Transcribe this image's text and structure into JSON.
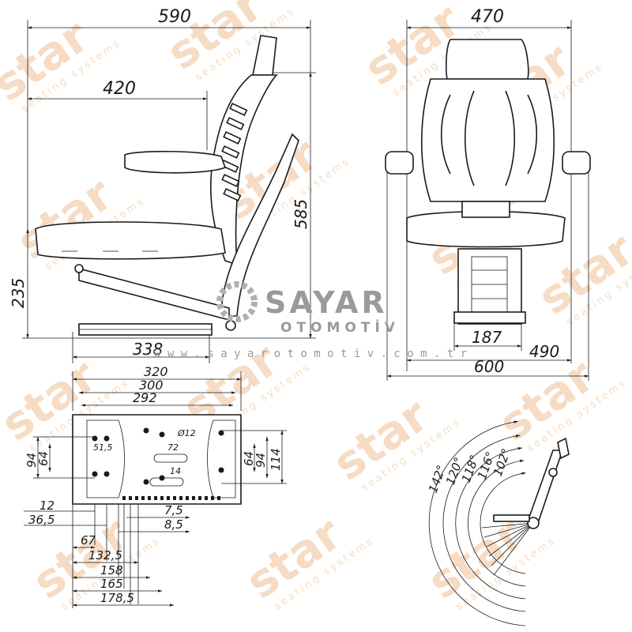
{
  "watermark": {
    "brand": "star",
    "tagline": "seating systems",
    "company": "SAYAR",
    "company_sub": "OTOMOTİV",
    "website": "w w w . s a y a r o t o m o t i v . c o m . t r",
    "colors": {
      "watermark": "#f6dcc4",
      "company": "#9a9a9a"
    }
  },
  "side_view": {
    "width_overall": "590",
    "width_seat": "420",
    "height_backrest": "585",
    "height_seat": "235",
    "depth_base": "338"
  },
  "front_view": {
    "width_top": "470",
    "width_base": "187",
    "width_armrest": "490",
    "width_overall": "600"
  },
  "base_plate": {
    "top_dims": [
      "320",
      "300",
      "292"
    ],
    "hole_dia": "Ø12",
    "inner_left": "51,5",
    "inner_mid": "72",
    "inner_bottom": "14",
    "left_heights": [
      "94",
      "64"
    ],
    "right_heights": [
      "64",
      "94",
      "114"
    ],
    "left_offsets": [
      "12",
      "36,5"
    ],
    "pitch": [
      "7,5",
      "8,5"
    ],
    "bottom_dims": [
      "67",
      "132,5",
      "158",
      "165",
      "178,5"
    ]
  },
  "recline": {
    "angles": [
      "142°",
      "120°",
      "118°",
      "116°",
      "102°"
    ]
  }
}
